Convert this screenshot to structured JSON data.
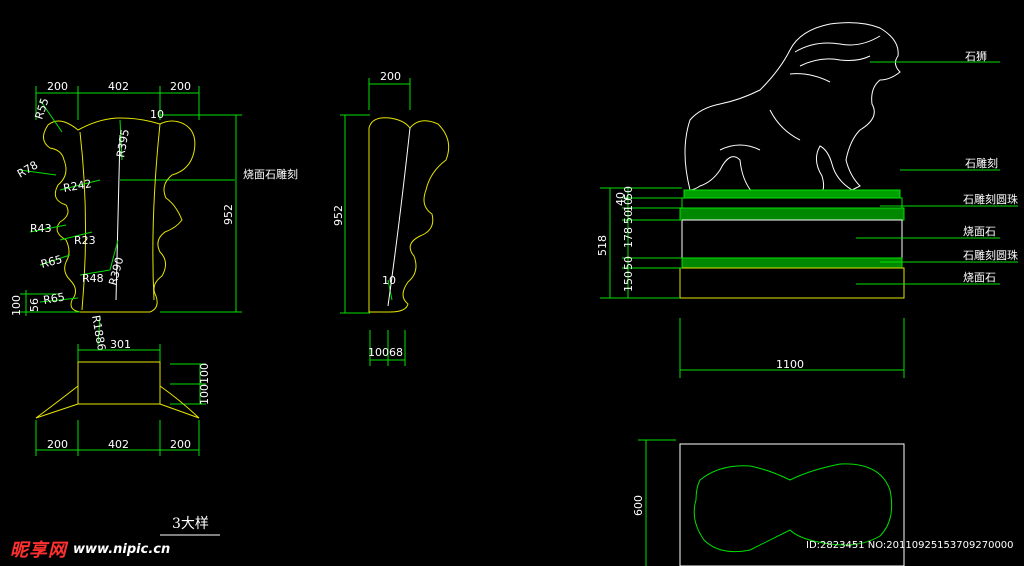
{
  "drawing": {
    "title": "3大样",
    "labels": {
      "shao_mian_shi_diao_ke": "烧面石雕刻",
      "shi_shi": "石狮",
      "shi_diao_ke": "石雕刻",
      "shi_diao_ke_yuan_zhu_1": "石雕刻圆珠",
      "shao_mian_shi_1": "烧面石",
      "shi_diao_ke_yuan_zhu_2": "石雕刻圆珠",
      "shao_mian_shi_2": "烧面石"
    },
    "dims": {
      "top_200_left": "200",
      "top_402": "402",
      "top_200_right": "200",
      "r55": "R55",
      "r395": "R395",
      "d10_top": "10",
      "r78": "R78",
      "r242": "R242",
      "r43": "R43",
      "r23": "R23",
      "r65a": "R65",
      "r48": "R48",
      "r390": "R390",
      "r65b": "R65",
      "d100": "100",
      "d56": "56",
      "r1886": "R1886",
      "h952_left": "952",
      "d301": "301",
      "d100_100": "100100",
      "bot_200_left": "200",
      "bot_402": "402",
      "bot_200_right": "200",
      "side_200": "200",
      "side_952": "952",
      "side_10": "10",
      "side_10068": "10068",
      "p_518": "518",
      "p_40": "40",
      "p_50a": "50",
      "p_10": "10",
      "p_50b": "50",
      "p_178": "178",
      "p_50c": "50",
      "p_150": "150",
      "p_1100": "1100",
      "p_600": "600"
    }
  },
  "watermark": {
    "logo": "昵享网",
    "url": "www.nipic.cn",
    "id": "ID:2823451 NO:20110925153709270000"
  },
  "colors": {
    "background": "#000000",
    "outline": "#e6e600",
    "dimension": "#00e000",
    "text": "#ffffff",
    "logo": "#ff3030"
  }
}
